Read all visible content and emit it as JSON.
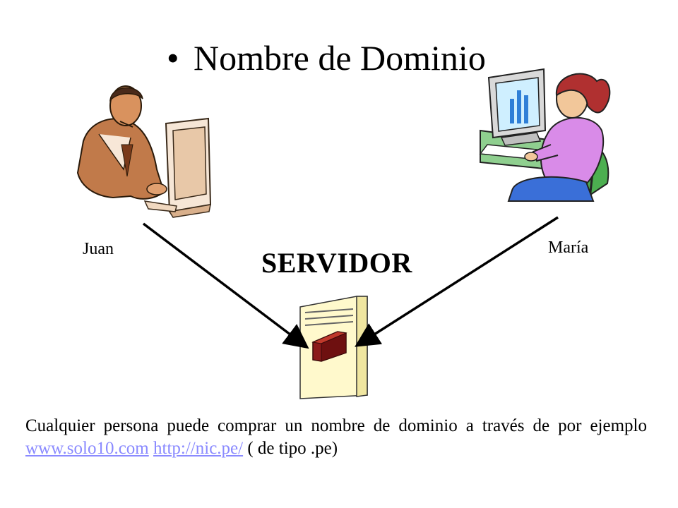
{
  "slide": {
    "title": "Nombre de Dominio",
    "bullet": "•"
  },
  "people": {
    "left_name": "Juan",
    "right_name": "María"
  },
  "server": {
    "label": "SERVIDOR"
  },
  "caption": {
    "text_before": "Cualquier persona puede comprar un nombre de dominio a través de por ejemplo ",
    "link1": "www.solo10.com",
    "separator": " ",
    "link2": "http://nic.pe/",
    "text_after": " ( de tipo .pe)"
  },
  "colors": {
    "link": "#8a8aff",
    "server_body": "#fff9cc",
    "server_cube": "#8b1a1a",
    "woman_shirt": "#d98be8",
    "chair": "#4caf50",
    "skin": "#c8875a"
  }
}
